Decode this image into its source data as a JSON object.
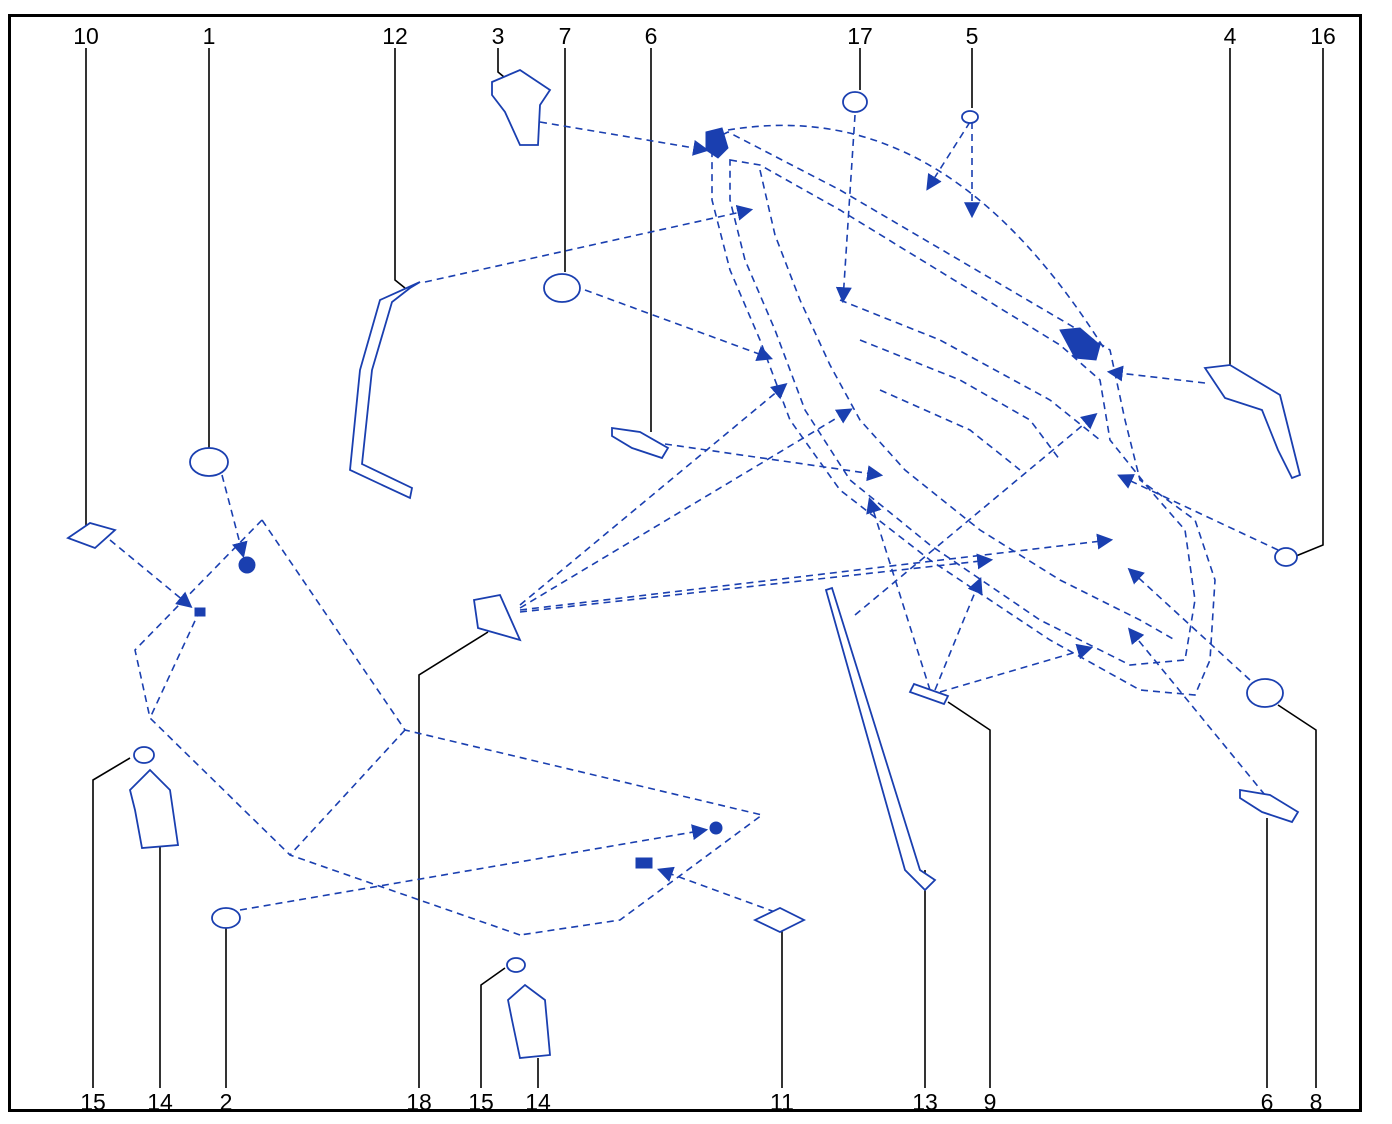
{
  "diagram": {
    "colors": {
      "parts": "#1a3fb0",
      "leaders": "#000000",
      "frame": "#000000"
    },
    "callouts_top": [
      "10",
      "1",
      "12",
      "3",
      "7",
      "6",
      "17",
      "5",
      "4",
      "16"
    ],
    "callouts_bottom": [
      "15",
      "14",
      "2",
      "18",
      "15",
      "14",
      "11",
      "13",
      "9",
      "6",
      "8"
    ]
  }
}
